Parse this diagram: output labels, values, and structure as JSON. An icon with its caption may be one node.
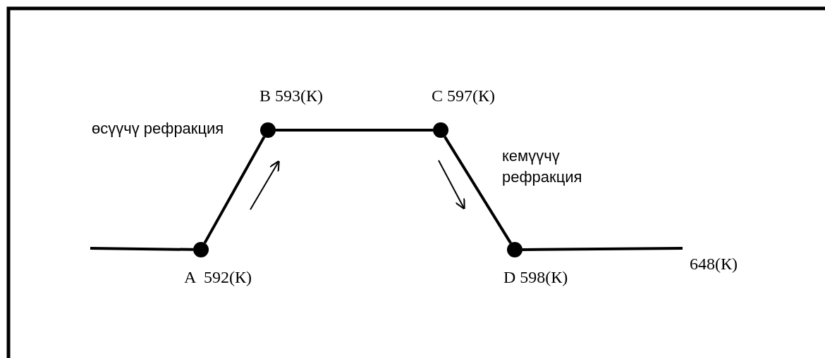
{
  "diagram": {
    "nodes": [
      {
        "text": [],
        "shape": "circle",
        "beside": [
          "A  592(К)"
        ]
      },
      {
        "text": [],
        "shape": "circle",
        "beside": [
          "B 593(К)"
        ]
      },
      {
        "text": [],
        "shape": "circle",
        "beside": [
          "C 597(К)"
        ]
      },
      {
        "text": [],
        "shape": "circle",
        "beside": [
          "D 598(К)"
        ]
      }
    ],
    "edges": [
      {
        "from": null,
        "to": 0,
        "arrow": "none"
      },
      {
        "from": 0,
        "to": 1,
        "arrow": "none"
      },
      {
        "from": 1,
        "to": 2,
        "arrow": "none"
      },
      {
        "from": 2,
        "to": 3,
        "arrow": "none"
      },
      {
        "from": 3,
        "to": null,
        "arrow": "none"
      }
    ],
    "labels": [
      "өсүүчү рефракция",
      "кемүүчү рефракция",
      "648(К)"
    ]
  }
}
